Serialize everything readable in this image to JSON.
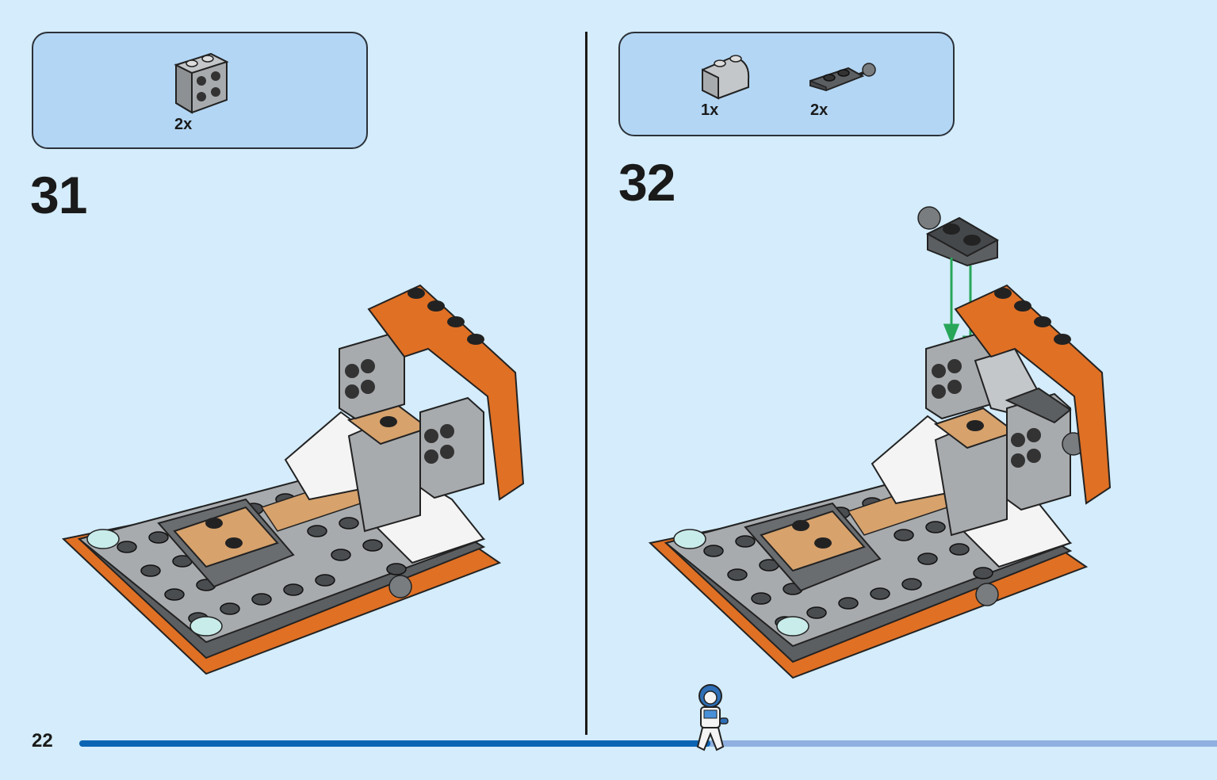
{
  "page": {
    "number": "22",
    "progress_fraction": 0.555
  },
  "colors": {
    "background": "#d4ecfb",
    "parts_box": "#b3d6f4",
    "progress_done": "#0b64b3",
    "progress_remaining": "#8fb0e0",
    "orange": "#e07024",
    "dark_gray": "#5c5f62",
    "light_gray": "#a8abae",
    "tan": "#d7a26c",
    "arrow_green": "#27a65a"
  },
  "steps": [
    {
      "number": "31",
      "parts": [
        {
          "icon": "brick-with-side-studs-icon",
          "qty": "2x"
        }
      ]
    },
    {
      "number": "32",
      "parts": [
        {
          "icon": "curved-slope-brick-icon",
          "qty": "1x"
        },
        {
          "icon": "plate-with-ball-joint-icon",
          "qty": "2x"
        }
      ]
    }
  ]
}
